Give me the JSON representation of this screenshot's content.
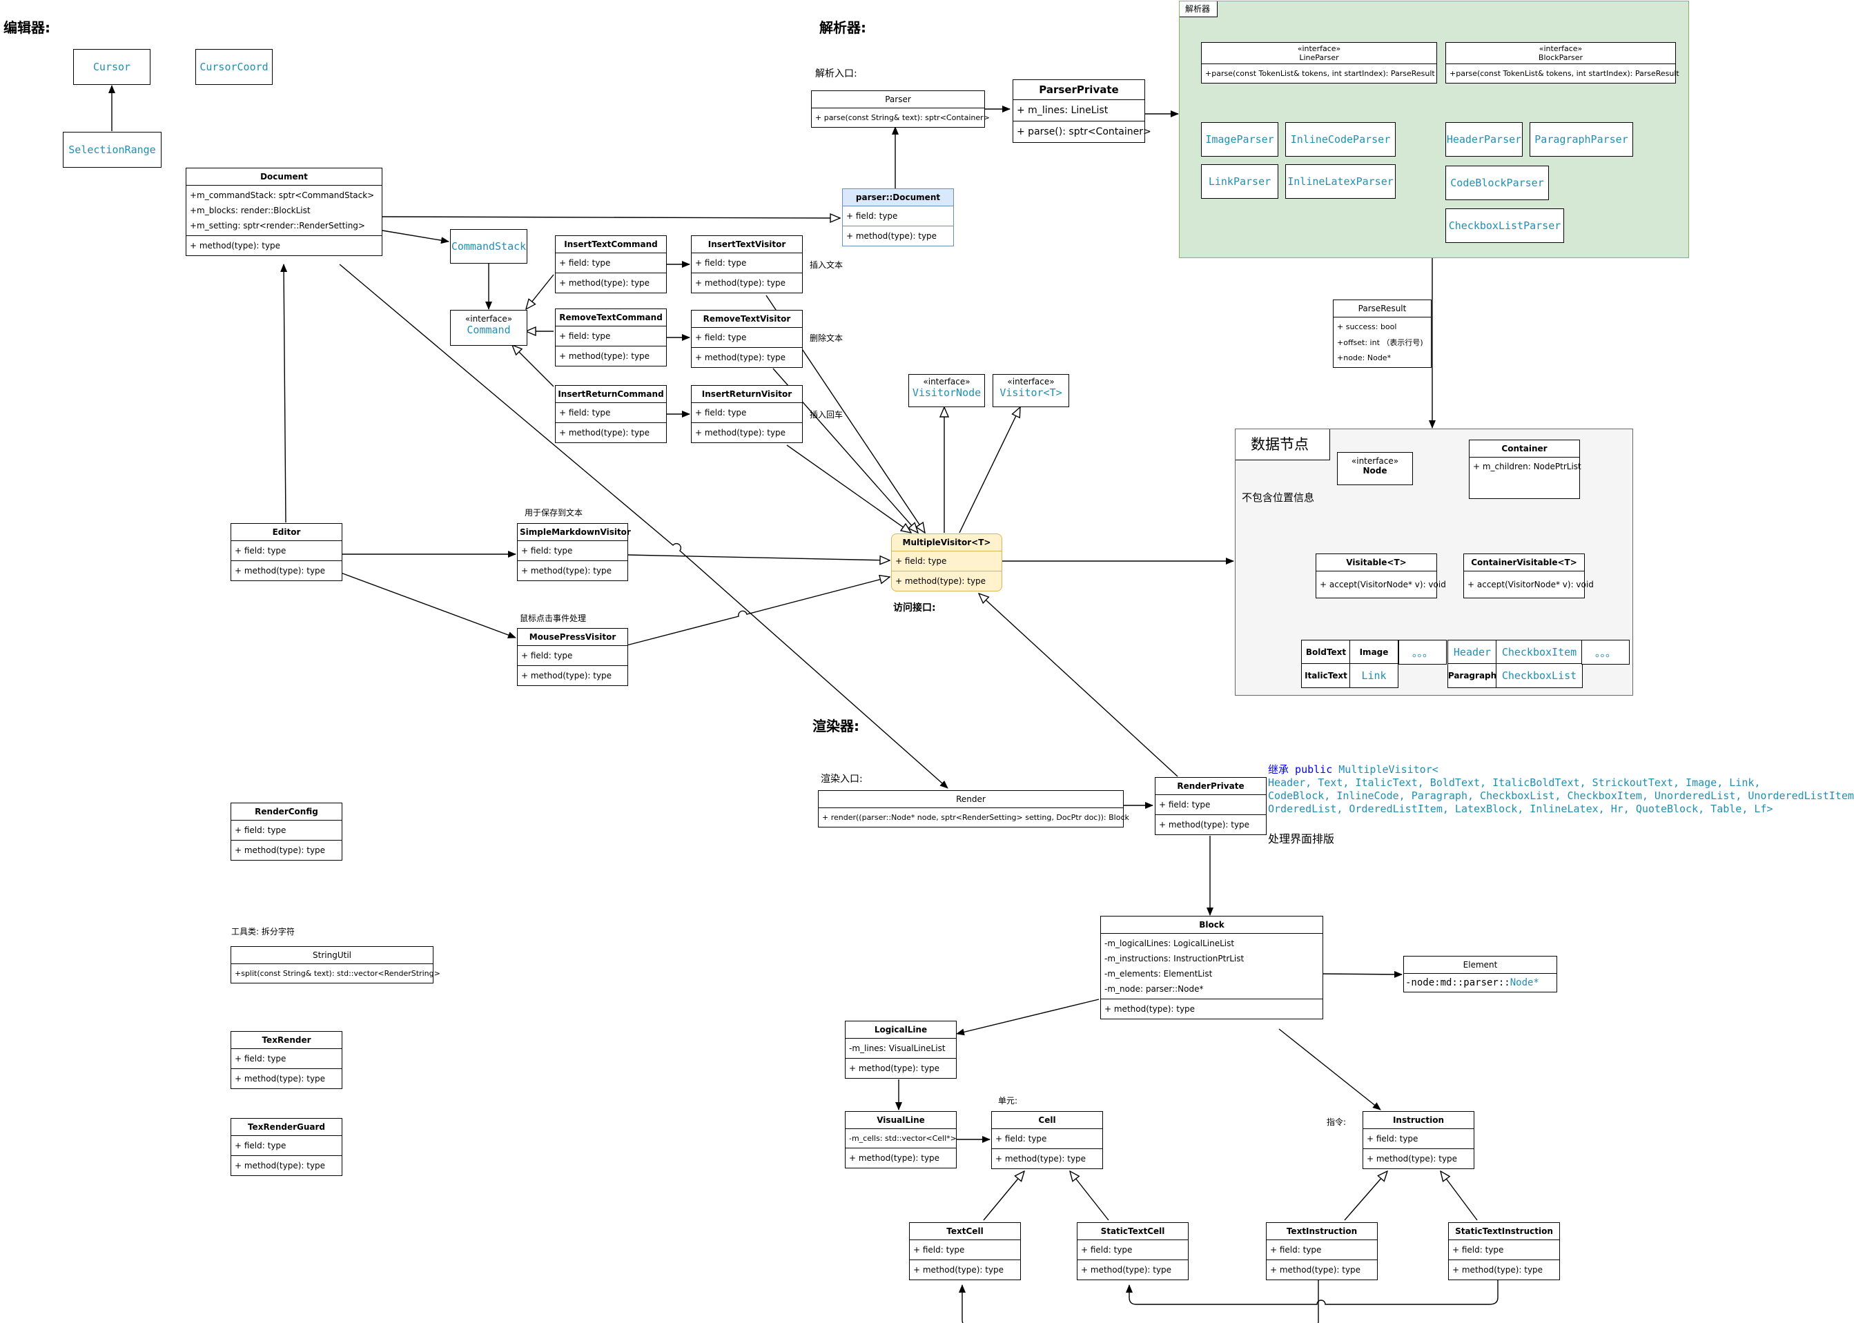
{
  "headings": {
    "editor": "编辑器:",
    "parser": "解析器:",
    "renderer": "渲染器:",
    "parser_entry": "解析入口:",
    "render_entry": "渲染入口:",
    "access_interface": "访问接口:"
  },
  "notes": {
    "insert_text": "插入文本",
    "remove_text": "删除文本",
    "insert_return": "插入回车",
    "save_text": "用于保存到文本",
    "mouse_click": "鼠标点击事件处理",
    "tool_class": "工具类: 拆分字符",
    "unit": "单元:",
    "instruction": "指令:",
    "layout": "处理界面排版",
    "no_position": "不包含位置信息"
  },
  "common": {
    "field": "+ field: type",
    "method": "+ method(type): type"
  },
  "classes": {
    "cursor": "Cursor",
    "cursor_coord": "CursorCoord",
    "selection_range": "SelectionRange",
    "command_stack": "CommandStack",
    "command": {
      "stereo": "«interface»",
      "name": "Command"
    },
    "visitor_node": {
      "stereo": "«interface»",
      "name": "VisitorNode"
    },
    "visitor_t": {
      "stereo": "«interface»",
      "name": "Visitor<T>"
    },
    "node": {
      "stereo": "«interface»",
      "name": "Node"
    },
    "document": {
      "name": "Document",
      "fields": [
        "+m_commandStack: sptr<CommandStack>",
        "+m_blocks: render::BlockList",
        "+m_setting: sptr<render::RenderSetting>"
      ],
      "method": "+ method(type): type"
    },
    "insert_text_command": "InsertTextCommand",
    "insert_text_visitor": "InsertTextVisitor",
    "remove_text_command": "RemoveTextCommand",
    "remove_text_visitor": "RemoveTextVisitor",
    "insert_return_command": "InsertReturnCommand",
    "insert_return_visitor": "InsertReturnVisitor",
    "editor": "Editor",
    "simple_markdown_visitor": "SimpleMarkdownVisitor",
    "mouse_press_visitor": "MousePressVisitor",
    "multiple_visitor": "MultipleVisitor<T>",
    "parser": {
      "name": "Parser",
      "method": "+ parse(const String& text): sptr<Container>"
    },
    "parser_private": {
      "name": "ParserPrivate",
      "field": "+ m_lines: LineList",
      "method": "+ parse(): sptr<Container>"
    },
    "parser_document": {
      "name": "parser::Document",
      "field": "+ field: type",
      "method": "+ method(type): type"
    },
    "parse_result": {
      "name": "ParseResult",
      "fields": [
        "+ success: bool",
        "+offset: int （表示行号)",
        "+node: Node*"
      ]
    },
    "container": {
      "name": "Container",
      "field": "+ m_children: NodePtrList"
    },
    "visitable": {
      "name": "Visitable<T>",
      "method": "+ accept(VisitorNode* v): void"
    },
    "container_visitable": {
      "name": "ContainerVisitable<T>",
      "method": "+ accept(VisitorNode* v): void"
    },
    "render": {
      "name": "Render",
      "method": "+ render((parser::Node* node, sptr<RenderSetting> setting, DocPtr doc)): Block"
    },
    "render_private": "RenderPrivate",
    "render_config": "RenderConfig",
    "string_util": {
      "name": "StringUtil",
      "method": "+split(const String& text): std::vector<RenderString>"
    },
    "tex_render": "TexRender",
    "tex_render_guard": "TexRenderGuard",
    "block": {
      "name": "Block",
      "fields": [
        "-m_logicalLines: LogicalLineList",
        "-m_instructions: InstructionPtrList",
        "-m_elements: ElementList",
        "-m_node: parser::Node*"
      ],
      "method": "+ method(type): type"
    },
    "element": {
      "name": "Element",
      "field_prefix": "-node:md::parser::",
      "field_type": "Node*"
    },
    "logical_line": {
      "name": "LogicalLine",
      "field": "-m_lines: VisualLineList"
    },
    "visual_line": {
      "name": "VisualLine",
      "field": "-m_cells: std::vector<Cell*>"
    },
    "cell": "Cell",
    "instruction": "Instruction",
    "text_cell": "TextCell",
    "static_text_cell": "StaticTextCell",
    "text_instruction": "TextInstruction",
    "static_text_instruction": "StaticTextInstruction"
  },
  "parser_panel": {
    "title": "解析器",
    "line_parser": {
      "stereo": "«interface»",
      "name": "LineParser",
      "method": "+parse(const TokenList& tokens, int startIndex): ParseResult"
    },
    "block_parser": {
      "stereo": "«interface»",
      "name": "BlockParser",
      "method": "+parse(const TokenList& tokens, int startIndex): ParseResult"
    },
    "image_parser": "ImageParser",
    "inline_code_parser": "InlineCodeParser",
    "link_parser": "LinkParser",
    "inline_latex_parser": "InlineLatexParser",
    "header_parser": "HeaderParser",
    "paragraph_parser": "ParagraphParser",
    "code_block_parser": "CodeBlockParser",
    "checkbox_list_parser": "CheckboxListParser"
  },
  "data_panel": {
    "title": "数据节点",
    "nodes": {
      "bold_text": "BoldText",
      "italic_text": "ItalicText",
      "image": "Image",
      "link": "Link",
      "dots": "。。。",
      "header": "Header",
      "paragraph": "Paragraph",
      "checkbox_item": "CheckboxItem",
      "checkbox_list": "CheckboxList"
    }
  },
  "inheritance": {
    "keyword_a": "继承",
    "keyword_b": "public",
    "base": "MultipleVisitor<",
    "line1": "Header, Text, ItalicText, BoldText, ItalicBoldText, StrickoutText, Image, Link,",
    "line2": "CodeBlock, InlineCode, Paragraph, CheckboxList, CheckboxItem, UnorderedList, UnorderedListItem,",
    "line3": "OrderedList, OrderedListItem, LatexBlock, InlineLatex, Hr, QuoteBlock, Table, Lf>"
  },
  "colors": {
    "parser_panel_bg": "#d5e8d4",
    "parser_panel_border": "#82b366",
    "data_panel_bg": "#f5f5f5",
    "data_panel_border": "#666666",
    "multiple_visitor_bg": "#fff2cc",
    "multiple_visitor_border": "#d6b656",
    "parser_document_bg": "#dae8fc",
    "parser_document_border": "#6c8ebf",
    "class_text": "#1f8fb5",
    "keyword": "#0000ff"
  }
}
